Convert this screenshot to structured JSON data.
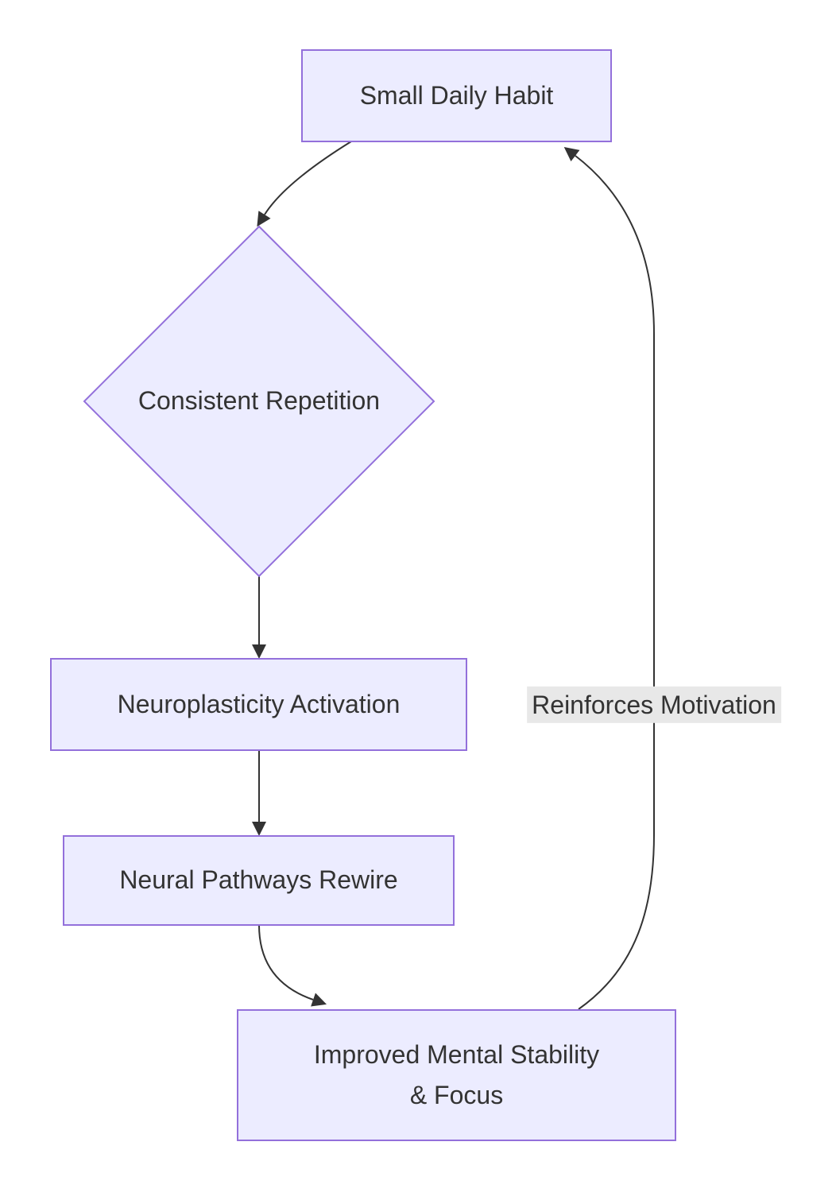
{
  "flowchart": {
    "nodes": [
      {
        "id": "small-daily-habit",
        "shape": "rectangle",
        "label": "Small Daily Habit"
      },
      {
        "id": "consistent-repetition",
        "shape": "diamond",
        "label": "Consistent Repetition"
      },
      {
        "id": "neuroplasticity-activation",
        "shape": "rectangle",
        "label": "Neuroplasticity Activation"
      },
      {
        "id": "neural-pathways-rewire",
        "shape": "rectangle",
        "label": "Neural Pathways Rewire"
      },
      {
        "id": "improved-mental-stability-focus",
        "shape": "rectangle",
        "label_line1": "Improved Mental Stability",
        "label_line2": "& Focus"
      }
    ],
    "edges": [
      {
        "from": "small-daily-habit",
        "to": "consistent-repetition",
        "label": ""
      },
      {
        "from": "consistent-repetition",
        "to": "neuroplasticity-activation",
        "label": ""
      },
      {
        "from": "neuroplasticity-activation",
        "to": "neural-pathways-rewire",
        "label": ""
      },
      {
        "from": "neural-pathways-rewire",
        "to": "improved-mental-stability-focus",
        "label": ""
      },
      {
        "from": "improved-mental-stability-focus",
        "to": "small-daily-habit",
        "label": "Reinforces Motivation"
      }
    ],
    "colors": {
      "node_fill": "#ECECFF",
      "node_border": "#9370DB",
      "text": "#333333",
      "edge": "#333333",
      "edge_label_background": "#e8e8e8",
      "background": "#ffffff"
    }
  }
}
